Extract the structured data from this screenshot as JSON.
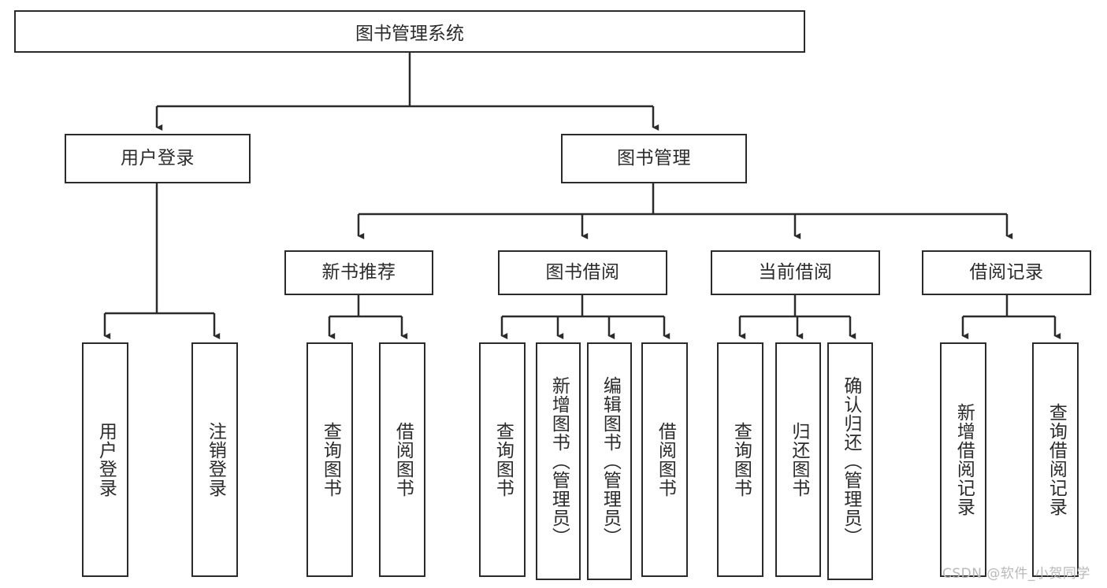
{
  "diagram": {
    "title": "图书管理系统",
    "watermark": "CSDN @软件_小贺同学",
    "colors": {
      "stroke": "#2b2b2b",
      "fill": "#ffffff",
      "background": "#ffffff",
      "watermark": "#b9b9b9"
    },
    "levels": {
      "root": {
        "label": "图书管理系统"
      },
      "level2": [
        {
          "label": "用户登录"
        },
        {
          "label": "图书管理"
        }
      ],
      "level3": [
        {
          "label": "新书推荐"
        },
        {
          "label": "图书借阅"
        },
        {
          "label": "当前借阅"
        },
        {
          "label": "借阅记录"
        }
      ],
      "leaves": [
        {
          "label": "用户登录",
          "parent": "用户登录"
        },
        {
          "label": "注销登录",
          "parent": "用户登录"
        },
        {
          "label": "查询图书",
          "parent": "新书推荐"
        },
        {
          "label": "借阅图书",
          "parent": "新书推荐"
        },
        {
          "label": "查询图书",
          "parent": "图书借阅"
        },
        {
          "label": "新增图书（管理员）",
          "parent": "图书借阅"
        },
        {
          "label": "编辑图书（管理员）",
          "parent": "图书借阅"
        },
        {
          "label": "借阅图书",
          "parent": "图书借阅"
        },
        {
          "label": "查询图书",
          "parent": "当前借阅"
        },
        {
          "label": "归还图书",
          "parent": "当前借阅"
        },
        {
          "label": "确认归还（管理员）",
          "parent": "当前借阅"
        },
        {
          "label": "新增借阅记录",
          "parent": "借阅记录"
        },
        {
          "label": "查询借阅记录",
          "parent": "借阅记录"
        }
      ]
    }
  }
}
